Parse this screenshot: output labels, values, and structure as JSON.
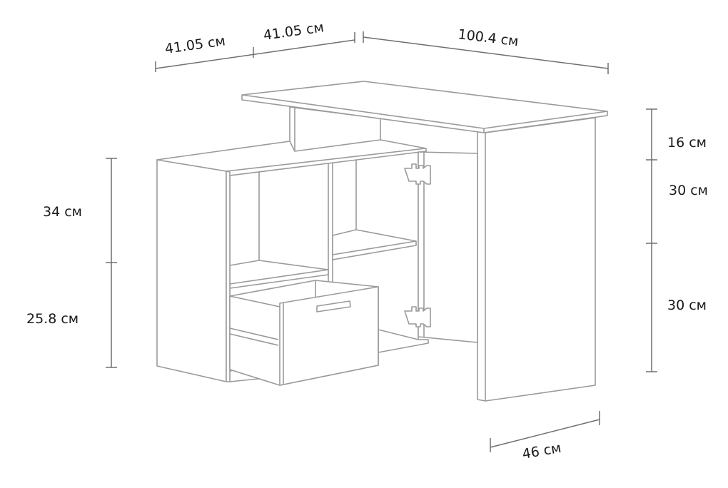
{
  "title": "Corner desk with cabinet dimensions",
  "dimensions": {
    "top_width_left_1": "41.05 см",
    "top_width_left_2": "41.05 см",
    "top_width_right": "100.4 см",
    "left_height_upper": "34 см",
    "left_height_lower": "25.8 см",
    "right_height_top": "16 см",
    "right_height_middle": "30 см",
    "right_height_bottom": "30 см",
    "depth": "46 см"
  }
}
